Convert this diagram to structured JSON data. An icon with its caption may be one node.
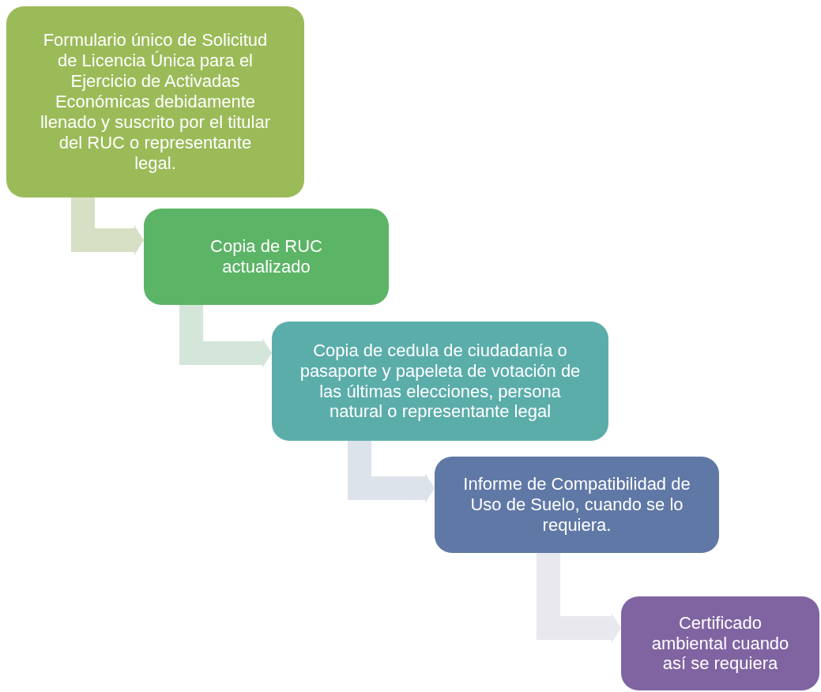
{
  "diagram": {
    "nodes": [
      {
        "text": [
          "Formulario único de Solicitud de Licencia Única para el Ejercicio de Activadas Económicas debidamente llenado y suscrito por el titular del RUC o representante legal."
        ]
      },
      {
        "text": [
          "Copia de RUC actualizado"
        ]
      },
      {
        "text": [
          "Copia de cedula de ciudadanía o pasaporte y papeleta de votación de las últimas elecciones, persona natural o representante legal"
        ]
      },
      {
        "text": [
          "Informe de Compatibilidad de Uso de Suelo, cuando se lo requiera."
        ]
      },
      {
        "text": [
          "Certificado ambiental cuando así se requiera"
        ]
      }
    ],
    "edges": [
      {
        "from": 0,
        "to": 1,
        "arrow": "to",
        "color": "#d7e0c5"
      },
      {
        "from": 1,
        "to": 2,
        "arrow": "to",
        "color": "#d3e6d9"
      },
      {
        "from": 2,
        "to": 3,
        "arrow": "to",
        "color": "#dde3ea"
      },
      {
        "from": 3,
        "to": 4,
        "arrow": "to",
        "color": "#e9e8ee"
      }
    ]
  }
}
